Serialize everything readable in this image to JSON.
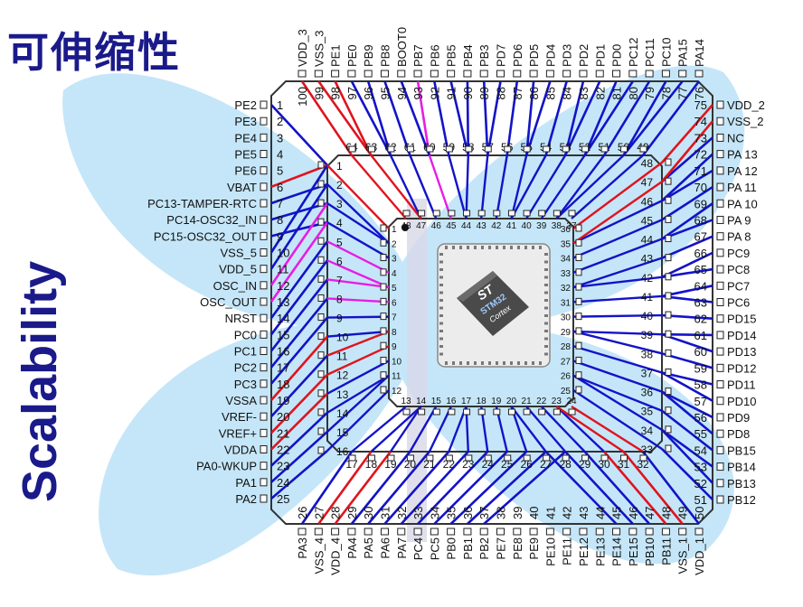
{
  "page": {
    "title": "可伸缩性",
    "side_label": "Scalability"
  },
  "colors": {
    "title": "#1a1a8a",
    "bg_shape": "#bfe3f7",
    "wire_blue": "#1313c8",
    "wire_red": "#e0141e",
    "wire_magenta": "#e61ee6",
    "chip_body": "#ececec",
    "chip_outline": "#333333"
  },
  "chip_logo": {
    "brand": "ST",
    "line1": "STM32",
    "line2": "Cortex"
  },
  "lqfp100": {
    "left": [
      "PE2",
      "PE3",
      "PE4",
      "PE5",
      "PE6",
      "VBAT",
      "PC13-TAMPER-RTC",
      "PC14-OSC32_IN",
      "PC15-OSC32_OUT",
      "VSS_5",
      "VDD_5",
      "OSC_IN",
      "OSC_OUT",
      "NRST",
      "PC0",
      "PC1",
      "PC2",
      "PC3",
      "VSSA",
      "VREF-",
      "VREF+",
      "VDDA",
      "PA0-WKUP",
      "PA1",
      "PA2"
    ],
    "bottom": [
      "PA3",
      "VSS_4",
      "VDD_4",
      "PA4",
      "PA5",
      "PA6",
      "PA7",
      "PC4",
      "PC5",
      "PB0",
      "PB1",
      "PB2",
      "PE7",
      "PE8",
      "PE9",
      "PE10",
      "PE11",
      "PE12",
      "PE13",
      "PE14",
      "PE15",
      "PB10",
      "PB11",
      "VSS_1",
      "VDD_1"
    ],
    "right": [
      "PB12",
      "PB13",
      "PB14",
      "PB15",
      "PD8",
      "PD9",
      "PD10",
      "PD11",
      "PD12",
      "PD13",
      "PD14",
      "PD15",
      "PC6",
      "PC7",
      "PC8",
      "PC9",
      "PA 8",
      "PA 9",
      "PA 10",
      "PA 11",
      "PA 12",
      "PA 13",
      "NC",
      "VSS_2",
      "VDD_2"
    ],
    "top": [
      "PA14",
      "PA15",
      "PC10",
      "PC11",
      "PC12",
      "PD0",
      "PD1",
      "PD2",
      "PD3",
      "PD4",
      "PD5",
      "PD6",
      "PD7",
      "PB3",
      "PB4",
      "PB5",
      "PB6",
      "PB7",
      "BOOT0",
      "PB8",
      "PB9",
      "PE0",
      "PE1",
      "VSS_3",
      "VDD_3"
    ]
  },
  "wires": {
    "outer_to_mid": [
      [
        "L",
        1,
        "b"
      ],
      [
        "L",
        6,
        "r"
      ],
      [
        "L",
        7,
        "b"
      ],
      [
        "L",
        8,
        "b"
      ],
      [
        "L",
        9,
        "b"
      ],
      [
        "L",
        10,
        "b"
      ],
      [
        "L",
        11,
        "b"
      ],
      [
        "L",
        12,
        "m"
      ],
      [
        "L",
        13,
        "m"
      ],
      [
        "L",
        14,
        "b"
      ],
      [
        "L",
        15,
        "b"
      ],
      [
        "L",
        16,
        "b"
      ],
      [
        "L",
        17,
        "b"
      ],
      [
        "L",
        18,
        "b"
      ],
      [
        "L",
        19,
        "r"
      ],
      [
        "L",
        20,
        "b"
      ],
      [
        "L",
        21,
        "r"
      ],
      [
        "L",
        22,
        "r"
      ],
      [
        "L",
        23,
        "b"
      ],
      [
        "L",
        24,
        "b"
      ],
      [
        "L",
        25,
        "b"
      ],
      [
        "B",
        26,
        "b"
      ],
      [
        "B",
        27,
        "r"
      ],
      [
        "B",
        28,
        "r"
      ],
      [
        "B",
        29,
        "b"
      ],
      [
        "B",
        30,
        "b"
      ],
      [
        "B",
        31,
        "b"
      ],
      [
        "B",
        32,
        "b"
      ],
      [
        "B",
        33,
        "b"
      ],
      [
        "B",
        34,
        "b"
      ],
      [
        "B",
        35,
        "b"
      ],
      [
        "B",
        36,
        "b"
      ],
      [
        "B",
        37,
        "b"
      ],
      [
        "B",
        45,
        "b"
      ],
      [
        "B",
        46,
        "b"
      ],
      [
        "B",
        47,
        "b"
      ],
      [
        "B",
        48,
        "r"
      ],
      [
        "B",
        49,
        "r"
      ],
      [
        "B",
        50,
        "b"
      ],
      [
        "R",
        51,
        "b"
      ],
      [
        "R",
        52,
        "b"
      ],
      [
        "R",
        53,
        "b"
      ],
      [
        "R",
        54,
        "b"
      ],
      [
        "R",
        55,
        "b"
      ],
      [
        "R",
        56,
        "b"
      ],
      [
        "R",
        57,
        "b"
      ],
      [
        "R",
        58,
        "b"
      ],
      [
        "R",
        59,
        "b"
      ],
      [
        "R",
        60,
        "b"
      ],
      [
        "R",
        61,
        "b"
      ],
      [
        "R",
        62,
        "b"
      ],
      [
        "R",
        63,
        "b"
      ],
      [
        "R",
        64,
        "b"
      ],
      [
        "R",
        65,
        "b"
      ],
      [
        "R",
        66,
        "b"
      ],
      [
        "R",
        67,
        "b"
      ],
      [
        "R",
        68,
        "b"
      ],
      [
        "R",
        69,
        "b"
      ],
      [
        "R",
        70,
        "b"
      ],
      [
        "R",
        71,
        "b"
      ],
      [
        "R",
        72,
        "b"
      ],
      [
        "R",
        73,
        "b"
      ],
      [
        "R",
        74,
        "r"
      ],
      [
        "R",
        75,
        "r"
      ],
      [
        "T",
        76,
        "b"
      ],
      [
        "T",
        77,
        "b"
      ],
      [
        "T",
        78,
        "b"
      ],
      [
        "T",
        79,
        "b"
      ],
      [
        "T",
        80,
        "b"
      ],
      [
        "T",
        81,
        "b"
      ],
      [
        "T",
        82,
        "b"
      ],
      [
        "T",
        83,
        "b"
      ],
      [
        "T",
        84,
        "b"
      ],
      [
        "T",
        85,
        "b"
      ],
      [
        "T",
        86,
        "b"
      ],
      [
        "T",
        87,
        "b"
      ],
      [
        "T",
        88,
        "b"
      ],
      [
        "T",
        89,
        "b"
      ],
      [
        "T",
        90,
        "b"
      ],
      [
        "T",
        91,
        "b"
      ],
      [
        "T",
        92,
        "b"
      ],
      [
        "T",
        93,
        "m"
      ],
      [
        "T",
        94,
        "b"
      ],
      [
        "T",
        95,
        "b"
      ],
      [
        "T",
        96,
        "b"
      ],
      [
        "T",
        97,
        "b"
      ],
      [
        "T",
        98,
        "r"
      ],
      [
        "T",
        99,
        "r"
      ],
      [
        "T",
        100,
        "r"
      ]
    ],
    "mid_to_inner": [
      [
        "L",
        1,
        "r"
      ],
      [
        "L",
        2,
        "b"
      ],
      [
        "L",
        3,
        "b"
      ],
      [
        "L",
        4,
        "b"
      ],
      [
        "L",
        5,
        "m"
      ],
      [
        "L",
        6,
        "m"
      ],
      [
        "L",
        7,
        "m"
      ],
      [
        "L",
        8,
        "m"
      ],
      [
        "L",
        9,
        "b"
      ],
      [
        "L",
        10,
        "b"
      ],
      [
        "L",
        11,
        "r"
      ],
      [
        "L",
        12,
        "r"
      ],
      [
        "L",
        13,
        "b"
      ],
      [
        "L",
        14,
        "b"
      ],
      [
        "L",
        15,
        "b"
      ],
      [
        "L",
        16,
        "b"
      ],
      [
        "B",
        17,
        "b"
      ],
      [
        "B",
        18,
        "b"
      ],
      [
        "B",
        19,
        "b"
      ],
      [
        "B",
        20,
        "b"
      ],
      [
        "B",
        21,
        "b"
      ],
      [
        "B",
        22,
        "b"
      ],
      [
        "B",
        23,
        "b"
      ],
      [
        "B",
        24,
        "b"
      ],
      [
        "B",
        25,
        "b"
      ],
      [
        "B",
        26,
        "b"
      ],
      [
        "B",
        27,
        "b"
      ],
      [
        "B",
        28,
        "b"
      ],
      [
        "B",
        29,
        "b"
      ],
      [
        "B",
        30,
        "b"
      ],
      [
        "B",
        31,
        "r"
      ],
      [
        "B",
        32,
        "r"
      ],
      [
        "R",
        33,
        "b"
      ],
      [
        "R",
        34,
        "b"
      ],
      [
        "R",
        35,
        "b"
      ],
      [
        "R",
        36,
        "b"
      ],
      [
        "R",
        37,
        "b"
      ],
      [
        "R",
        38,
        "b"
      ],
      [
        "R",
        39,
        "b"
      ],
      [
        "R",
        40,
        "b"
      ],
      [
        "R",
        41,
        "b"
      ],
      [
        "R",
        42,
        "b"
      ],
      [
        "R",
        43,
        "b"
      ],
      [
        "R",
        44,
        "b"
      ],
      [
        "R",
        45,
        "b"
      ],
      [
        "R",
        46,
        "b"
      ],
      [
        "R",
        47,
        "r"
      ],
      [
        "R",
        48,
        "r"
      ],
      [
        "T",
        49,
        "b"
      ],
      [
        "T",
        50,
        "b"
      ],
      [
        "T",
        51,
        "b"
      ],
      [
        "T",
        52,
        "b"
      ],
      [
        "T",
        53,
        "b"
      ],
      [
        "T",
        54,
        "b"
      ],
      [
        "T",
        55,
        "b"
      ],
      [
        "T",
        56,
        "b"
      ],
      [
        "T",
        57,
        "b"
      ],
      [
        "T",
        58,
        "b"
      ],
      [
        "T",
        59,
        "b"
      ],
      [
        "T",
        60,
        "m"
      ],
      [
        "T",
        61,
        "b"
      ],
      [
        "T",
        62,
        "b"
      ],
      [
        "T",
        63,
        "r"
      ],
      [
        "T",
        64,
        "r"
      ]
    ]
  }
}
